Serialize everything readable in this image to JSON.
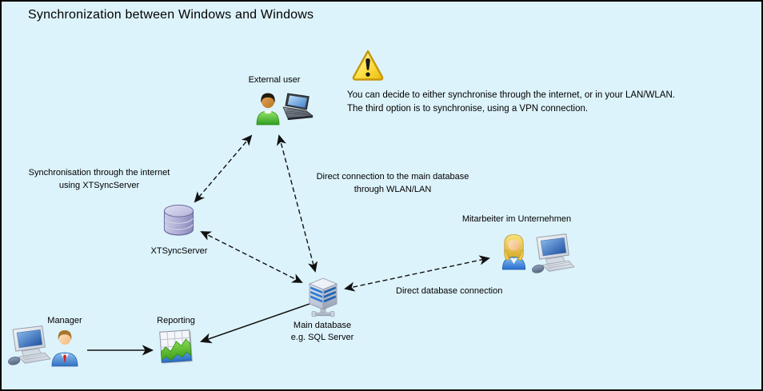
{
  "title": "Synchronization between Windows and Windows",
  "note": {
    "line1": "You can decide to either synchronise through the internet, or in your LAN/WLAN.",
    "line2": "The third option is to synchronise, using a VPN connection."
  },
  "nodes": {
    "external_user": {
      "label": "External user"
    },
    "xtsyncserver": {
      "label": "XTSyncServer"
    },
    "main_database": {
      "line1": "Main database",
      "line2": "e.g. SQL Server"
    },
    "employees": {
      "label": "Mitarbeiter im Unternehmen"
    },
    "manager": {
      "label": "Manager"
    },
    "reporting": {
      "label": "Reporting"
    }
  },
  "connections": {
    "internet_sync": {
      "line1": "Synchronisation through the internet",
      "line2": "using XTSyncServer"
    },
    "wlan_direct": {
      "line1": "Direct connection to the main database",
      "line2": "through WLAN/LAN"
    },
    "direct_db": {
      "label": "Direct database connection"
    }
  },
  "icons": {
    "warning": "warning-triangle-icon",
    "external_user": "person-laptop-icon",
    "xtsyncserver": "database-cylinder-icon",
    "main_database": "server-icon",
    "employees": "woman-desktop-icon",
    "manager": "man-desktop-icon",
    "reporting": "chart-report-icon"
  },
  "colors": {
    "background": "#ddf3fb",
    "border": "#000000",
    "text": "#000000",
    "arrow": "#111111",
    "warning_yellow": "#ffdf3e",
    "database_purple": "#a9a9d4",
    "server_stripe_blue": "#2e7ed6",
    "person_shirt_green": "#55c233",
    "suit_blue": "#4a8ad8",
    "report_green": "#5cc22e",
    "report_blue": "#3f8fd8"
  }
}
